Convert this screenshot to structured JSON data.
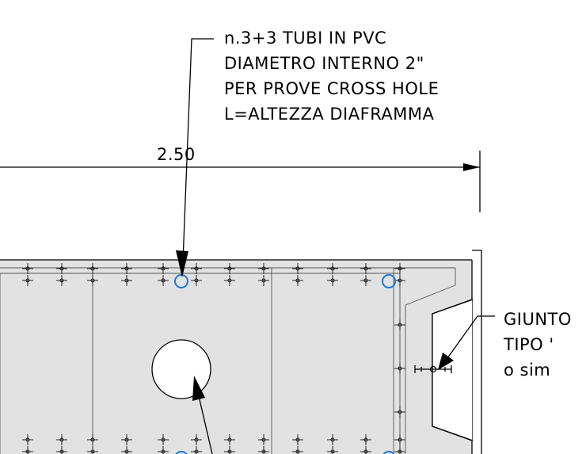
{
  "note_pvc": {
    "lines": [
      "n.3+3 TUBI IN PVC",
      "DIAMETRO INTERNO 2\"",
      "PER PROVE CROSS HOLE",
      "L=ALTEZZA DIAFRAMMA"
    ]
  },
  "dimension": {
    "value": "2.50"
  },
  "note_joint": {
    "lines": [
      "GIUNTO",
      "TIPO '",
      "o sim"
    ]
  },
  "colors": {
    "panel_fill": "#e2e2e2",
    "pvc_pipe": "#1e78d2",
    "linework": "#000000"
  }
}
